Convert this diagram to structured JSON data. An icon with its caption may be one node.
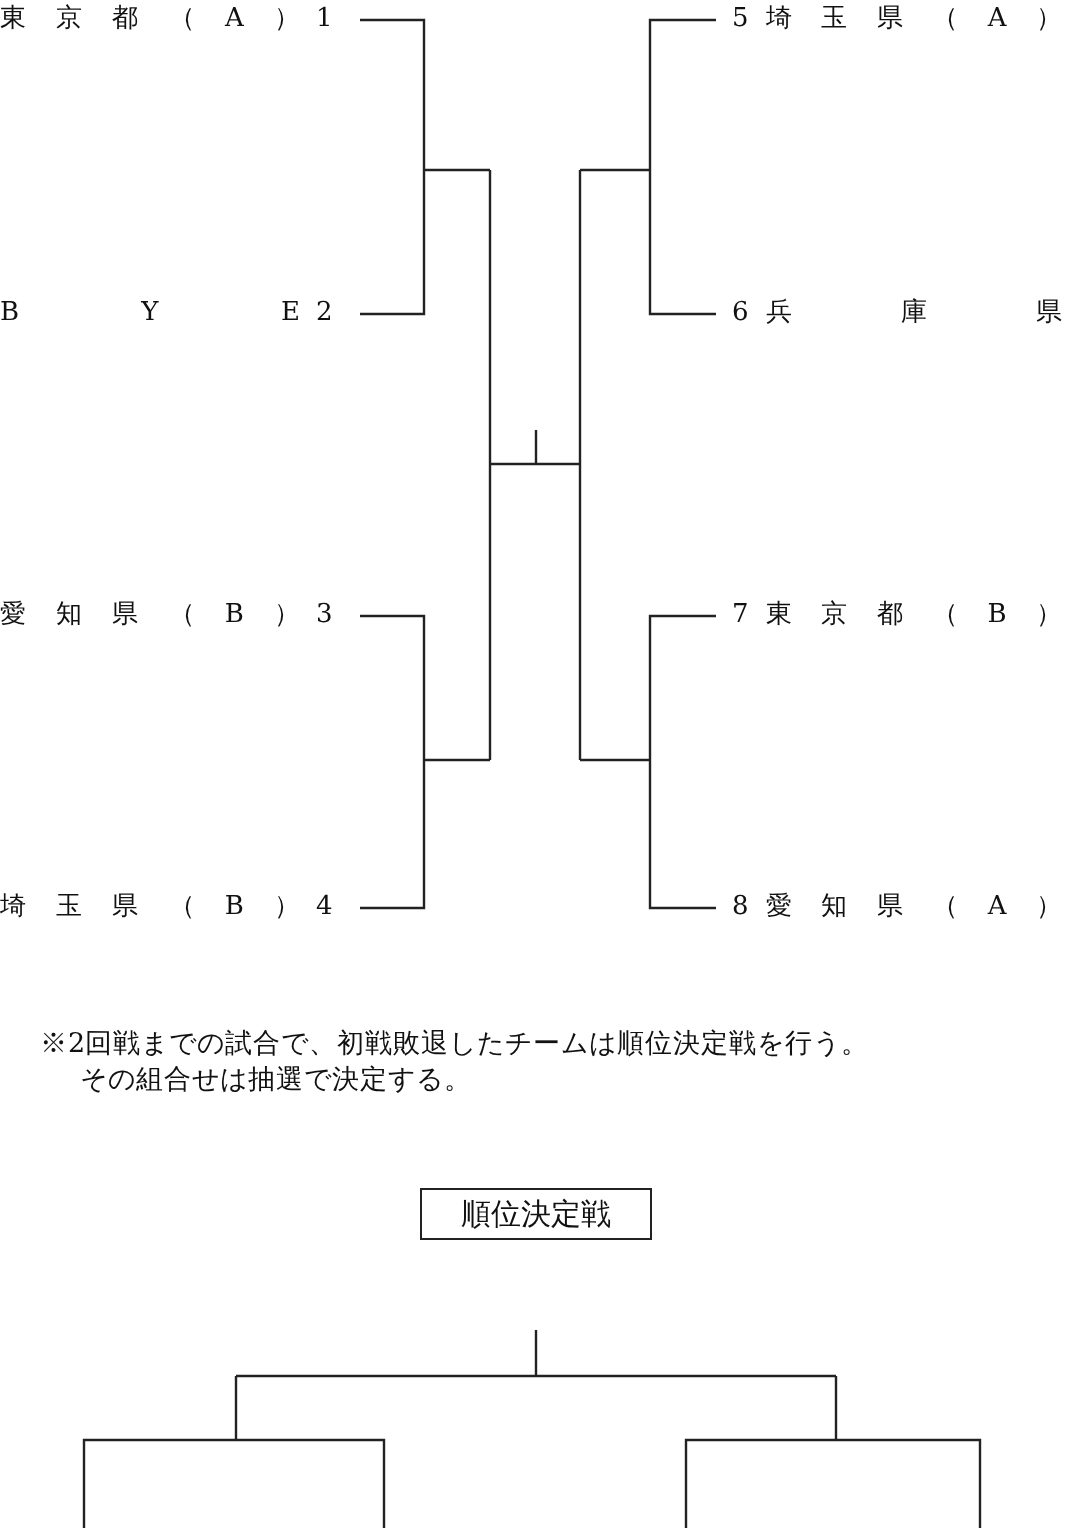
{
  "diagram": {
    "nodes": [
      {
        "text": [
          "順位決定戦"
        ]
      }
    ],
    "labels": [
      "東京都（A）",
      "1",
      "5",
      "埼玉県（A）",
      "BYE",
      "2",
      "6",
      "兵庫県",
      "愛知県（B）",
      "3",
      "7",
      "東京都（B）",
      "埼玉県（B）",
      "4",
      "8",
      "愛知県（A）",
      "※2回戦までの試合で、初戦敗退したチームは順位決定戦を行う。",
      "その組合せは抽選で決定する。"
    ]
  }
}
